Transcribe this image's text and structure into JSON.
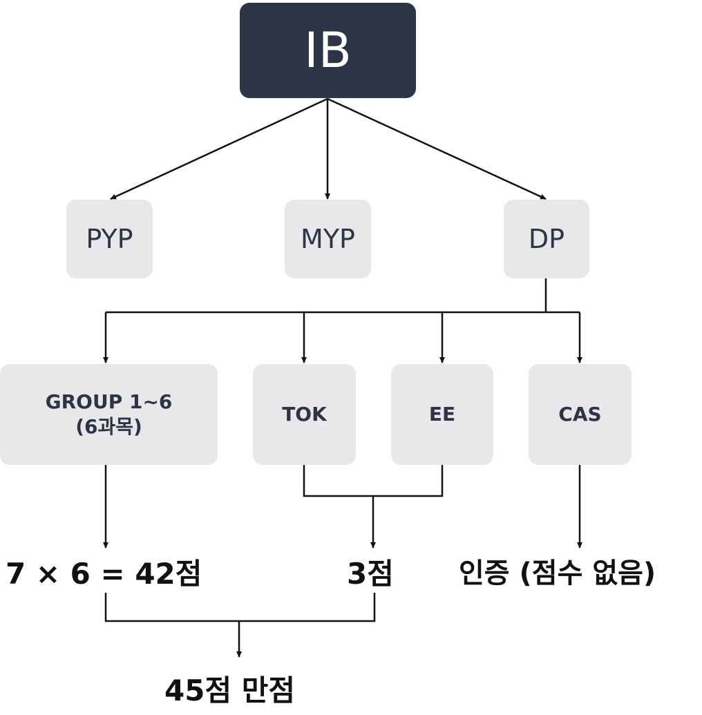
{
  "root": {
    "label": "IB"
  },
  "programmes": [
    {
      "label": "PYP"
    },
    {
      "label": "MYP"
    },
    {
      "label": "DP"
    }
  ],
  "dp_components": [
    {
      "label_line1": "GROUP 1~6",
      "label_line2": "(6과목)"
    },
    {
      "label": "TOK"
    },
    {
      "label": "EE"
    },
    {
      "label": "CAS"
    }
  ],
  "scores": {
    "groups": "7 × 6 = 42점",
    "tok_ee": "3점",
    "cas": "인증 (점수 없음)",
    "total": "45점 만점"
  },
  "colors": {
    "root_bg": "#2d3446",
    "box_bg": "#e8e8ea",
    "line": "#111111"
  }
}
